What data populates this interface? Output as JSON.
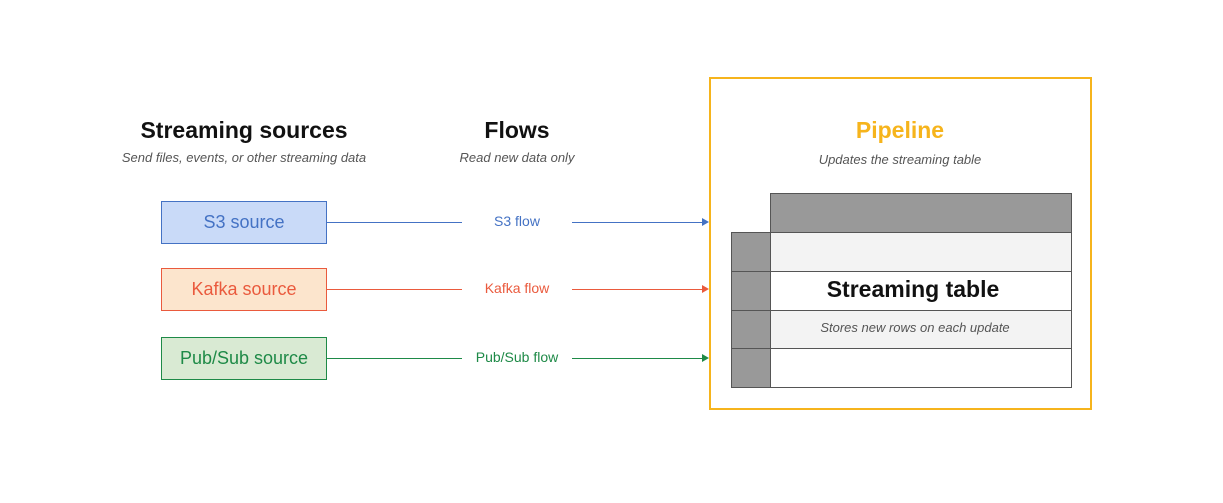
{
  "columns": {
    "sources": {
      "title": "Streaming sources",
      "subtitle": "Send files, events, or other streaming data"
    },
    "flows": {
      "title": "Flows",
      "subtitle": "Read new data only"
    },
    "pipeline": {
      "title": "Pipeline",
      "subtitle": "Updates the streaming table"
    }
  },
  "sources": [
    {
      "label": "S3 source",
      "flow_label": "S3 flow",
      "text_color": "#4472c4",
      "fill": "#c9daf8",
      "border": "#4472c4"
    },
    {
      "label": "Kafka source",
      "flow_label": "Kafka flow",
      "text_color": "#ea5a3d",
      "fill": "#fce5cd",
      "border": "#ea5a3d"
    },
    {
      "label": "Pub/Sub source",
      "flow_label": "Pub/Sub flow",
      "text_color": "#1e8a47",
      "fill": "#d9ead3",
      "border": "#1e8a47"
    }
  ],
  "streaming_table": {
    "title": "Streaming table",
    "caption": "Stores new rows on each update"
  },
  "colors": {
    "pipeline_accent": "#f6b41c",
    "table_header": "#999999",
    "table_row_alt": "#f3f3f3"
  }
}
